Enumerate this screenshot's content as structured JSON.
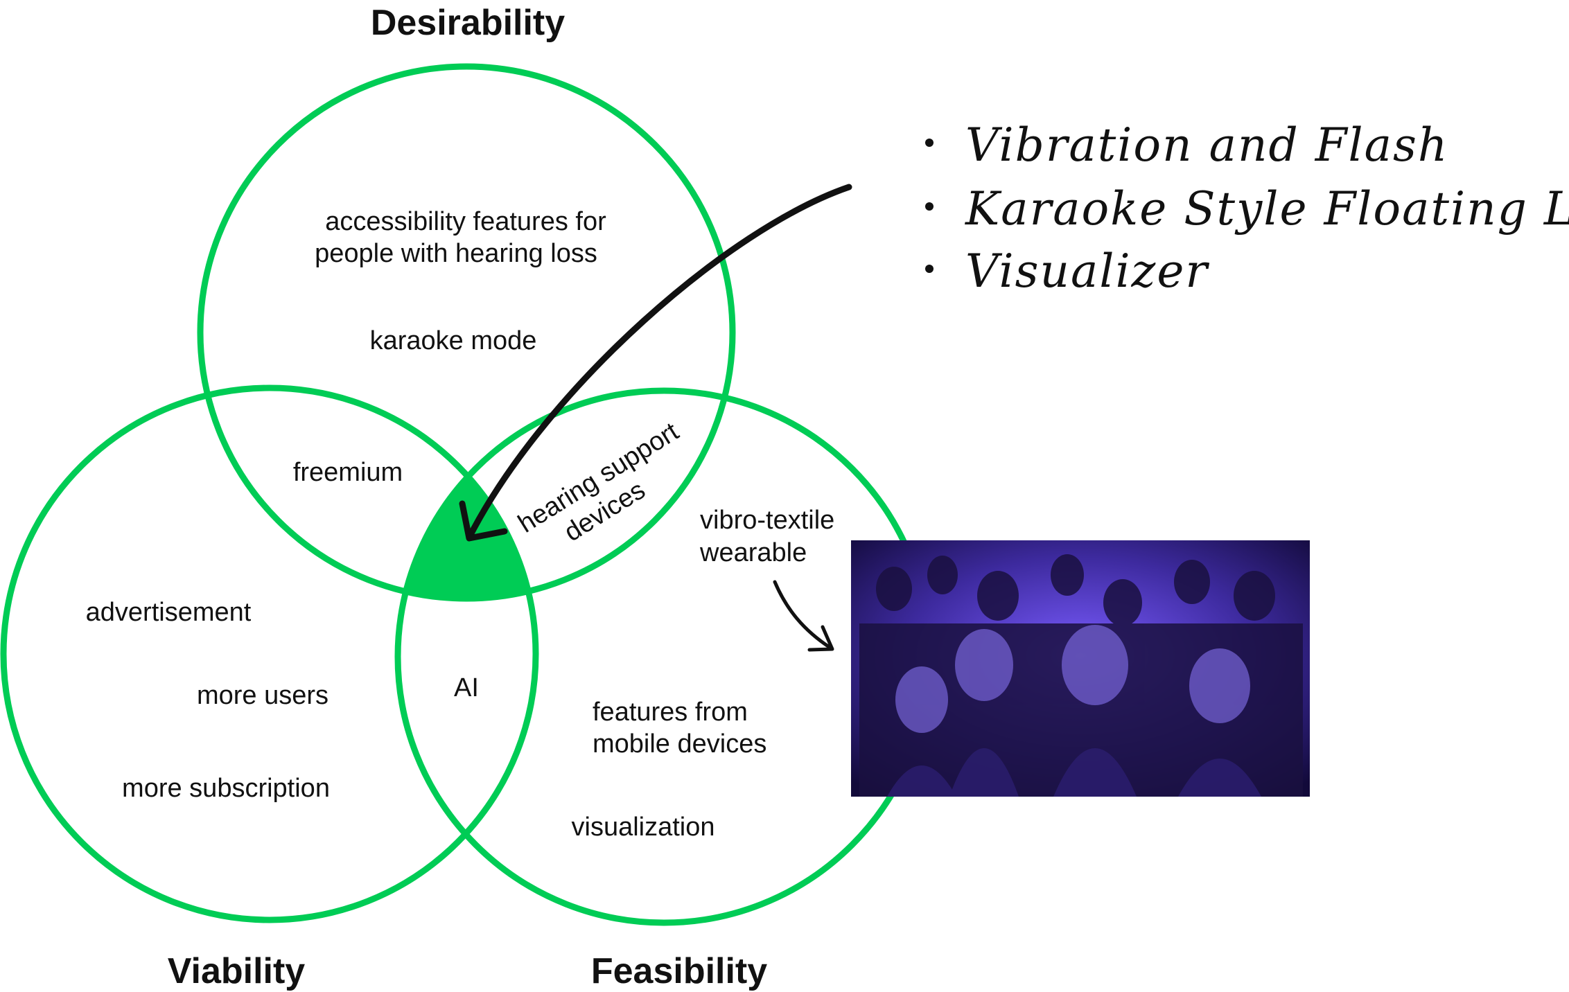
{
  "sets": {
    "desirability": "Desirability",
    "viability": "Viability",
    "feasibility": "Feasibility"
  },
  "regions": {
    "accessibility_line1": "accessibility features for",
    "accessibility_line2": "people with hearing loss",
    "karaoke": "karaoke mode",
    "freemium": "freemium",
    "hearing_line1": "hearing support",
    "hearing_line2": "devices",
    "advertisement": "advertisement",
    "more_users": "more users",
    "more_subscription": "more subscription",
    "ai": "AI",
    "vibro_line1": "vibro-textile",
    "vibro_line2": "wearable",
    "features_line1": "features from",
    "features_line2": "mobile devices",
    "visualization": "visualization"
  },
  "notes": [
    "Vibration and Flash",
    "Karaoke Style Floating Lyrics",
    "Visualizer"
  ],
  "colors": {
    "circle": "#00cc55",
    "center_fill": "#00cc55",
    "text": "#111111",
    "arrow": "#111111"
  }
}
